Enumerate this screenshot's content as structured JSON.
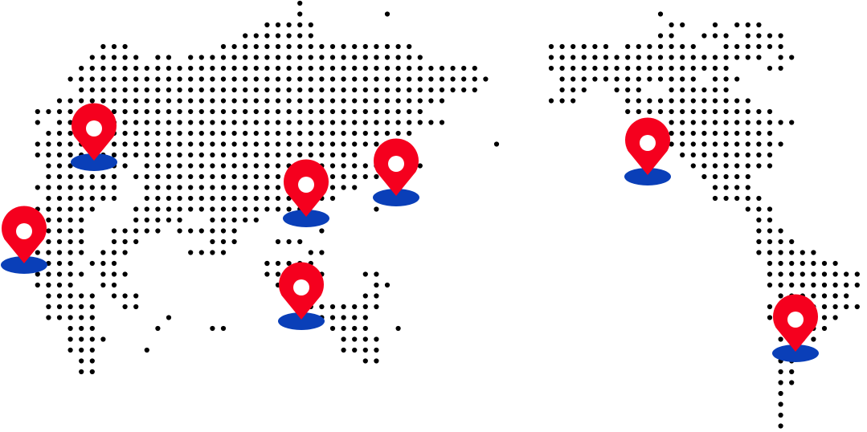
{
  "map": {
    "style": "dotted-world-map",
    "colors": {
      "background": "#ffffff",
      "dot": "#000000",
      "pin": "#f5001e",
      "pin_hole": "#ffffff",
      "pin_shadow": "#0a3fb8"
    },
    "markers": [
      {
        "id": "marker-1",
        "icon": "location-pin-icon"
      },
      {
        "id": "marker-2",
        "icon": "location-pin-icon"
      },
      {
        "id": "marker-3",
        "icon": "location-pin-icon"
      },
      {
        "id": "marker-4",
        "icon": "location-pin-icon"
      },
      {
        "id": "marker-5",
        "icon": "location-pin-icon"
      },
      {
        "id": "marker-6",
        "icon": "location-pin-icon"
      },
      {
        "id": "marker-7",
        "icon": "location-pin-icon"
      }
    ]
  }
}
